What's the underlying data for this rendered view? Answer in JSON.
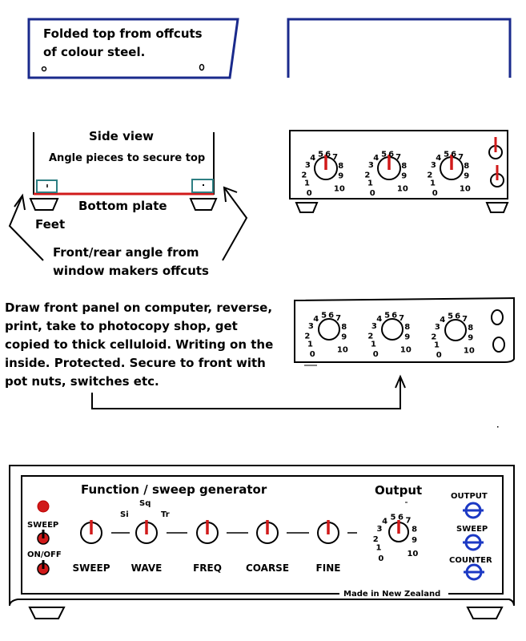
{
  "top_section": {
    "note_line1": "Folded top from offcuts",
    "note_line2": "of colour steel."
  },
  "side_view": {
    "title": "Side view",
    "angle_label": "Angle pieces to secure top",
    "bottom_label": "Bottom plate",
    "feet_label": "Feet",
    "front_rear_line1": "Front/rear angle from",
    "front_rear_line2": "window makers offcuts"
  },
  "panel_paragraph": {
    "lines": [
      "Draw front panel on computer, reverse,",
      "print, take to photocopy shop, get",
      "copied to thick celluloid. Writing on the",
      "inside. Protected. Secure to front with",
      "pot nuts, switches etc."
    ]
  },
  "dial_scale": [
    "0",
    "1",
    "2",
    "3",
    "4",
    "5",
    "6",
    "7",
    "8",
    "9",
    "10"
  ],
  "front_panel": {
    "title": "Function / sweep generator",
    "output_title": "Output",
    "sweep_switch_label": "SWEEP",
    "onoff_switch_label": "ON/OFF",
    "wave_options": [
      "Si",
      "Sq",
      "Tr"
    ],
    "knobs": [
      "SWEEP",
      "WAVE",
      "FREQ",
      "COARSE",
      "FINE"
    ],
    "jacks": [
      "OUTPUT",
      "SWEEP",
      "COUNTER"
    ],
    "made_in": "Made in New Zealand"
  },
  "colors": {
    "outline": "#1a2a8c",
    "accent_red": "#d11a1a",
    "teal": "#2e7f83",
    "jack_blue": "#1c39c4",
    "ink": "#000000"
  }
}
